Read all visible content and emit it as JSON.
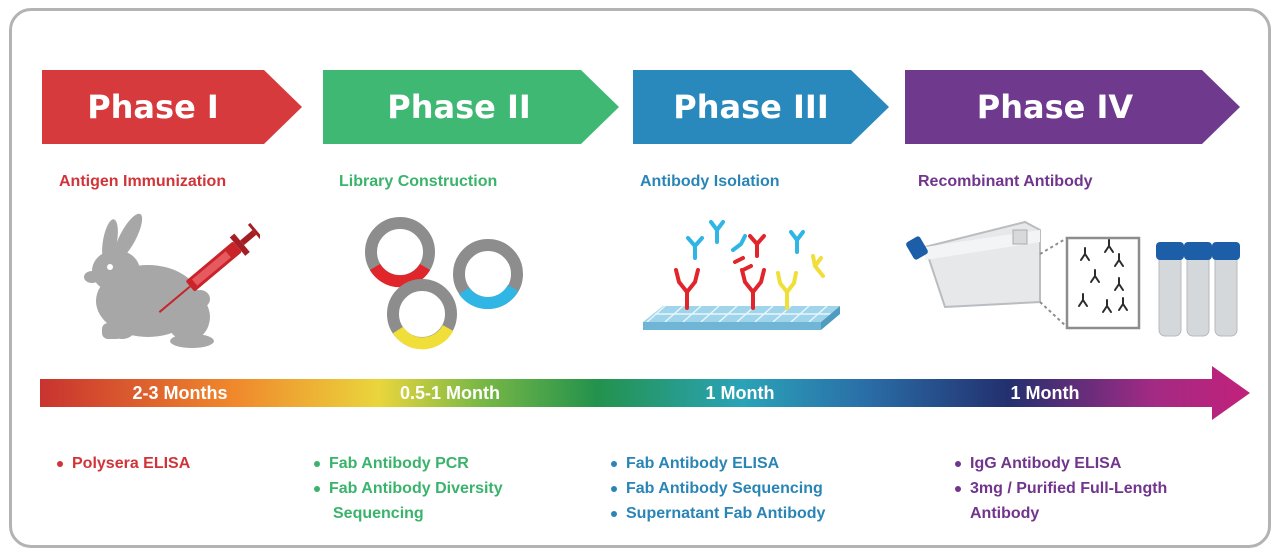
{
  "colors": {
    "phase1": "#d63a3d",
    "phase2": "#3fb874",
    "phase3": "#2989bd",
    "phase4": "#6f3a8e",
    "frame": "#b3b3b3"
  },
  "phases": [
    {
      "title": "Phase I",
      "subtitle": "Antigen Immunization",
      "duration": "2-3 Months",
      "bullets": [
        "Polysera ELISA"
      ],
      "icon": "rabbit-syringe-icon"
    },
    {
      "title": "Phase II",
      "subtitle": "Library Construction",
      "duration": "0.5-1 Month",
      "bullets": [
        "Fab Antibody PCR",
        "Fab Antibody Diversity",
        "Sequencing"
      ],
      "icon": "plasmid-rings-icon"
    },
    {
      "title": "Phase III",
      "subtitle": "Antibody Isolation",
      "duration": "1 Month",
      "bullets": [
        "Fab Antibody ELISA",
        "Fab Antibody Sequencing",
        "Supernatant Fab Antibody"
      ],
      "icon": "antibody-plate-icon"
    },
    {
      "title": "Phase IV",
      "subtitle": "Recombinant Antibody",
      "duration": "1 Month",
      "bullets": [
        "IgG Antibody ELISA",
        "3mg / Purified Full-Length",
        "Antibody"
      ],
      "icon": "flask-vials-icon"
    }
  ]
}
